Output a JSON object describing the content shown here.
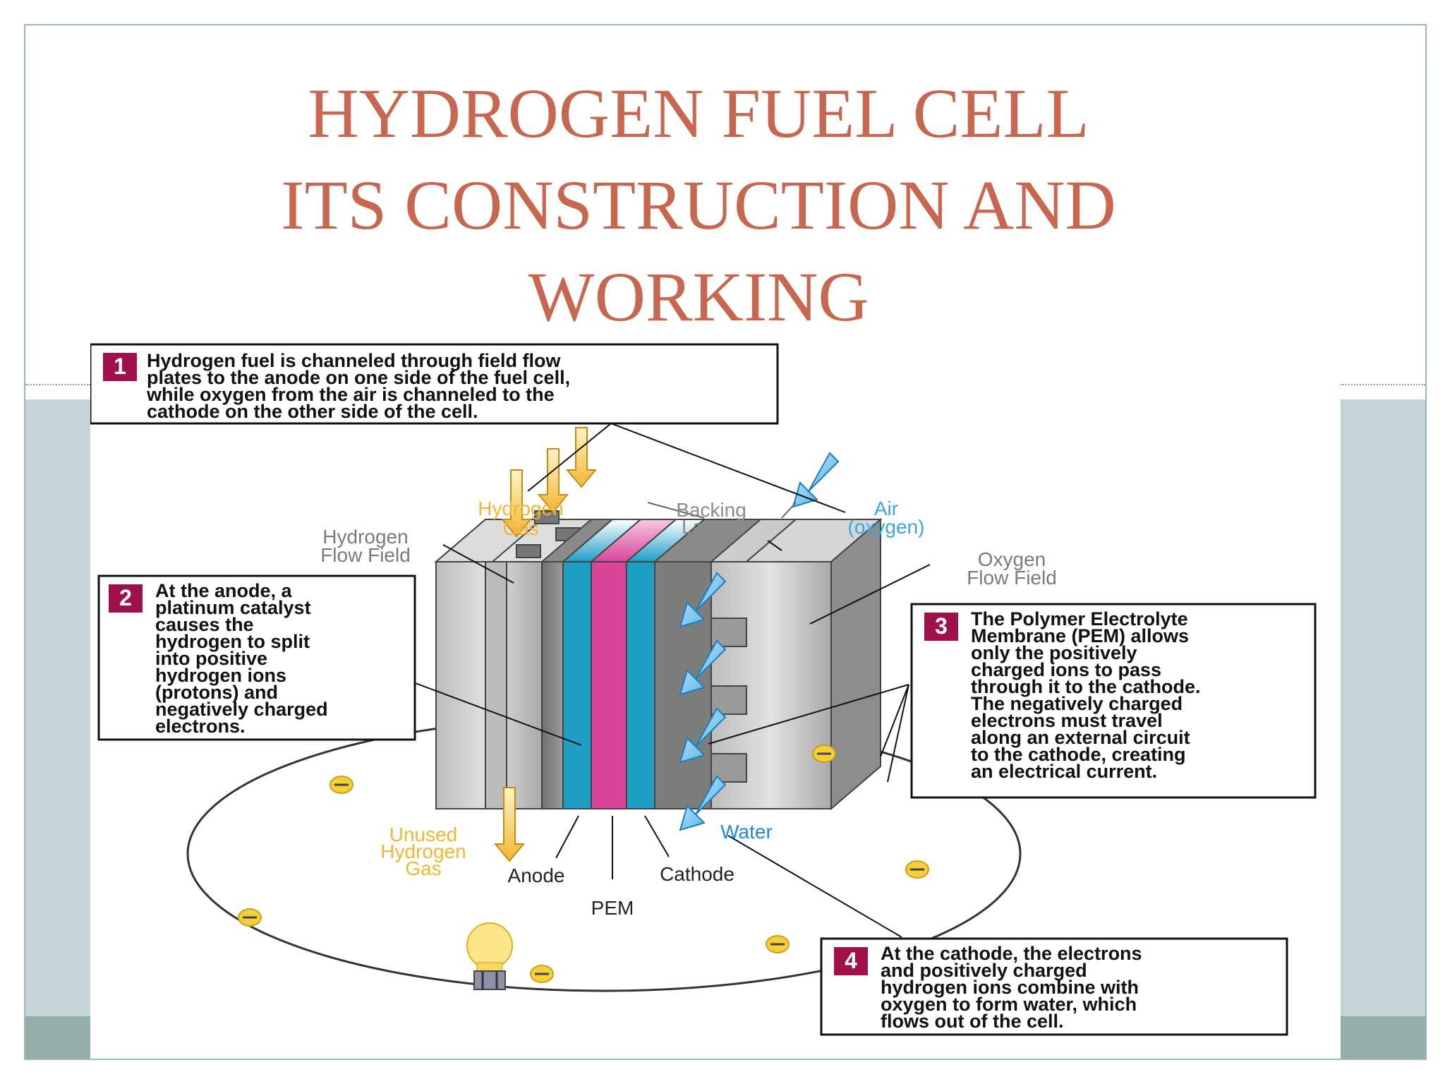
{
  "title": {
    "line1": "HYDROGEN FUEL CELL",
    "line2": "ITS CONSTRUCTION AND",
    "line3": "WORKING"
  },
  "colors": {
    "title": "#c8674f",
    "hydrogen": "#f2b632",
    "air": "#3aa5e6",
    "pem": "#d8459a",
    "electrode": "#1f9ec6",
    "badge": "#a0114c"
  },
  "steps": [
    {
      "number": "1",
      "lines": [
        "Hydrogen fuel is channeled through field flow",
        "plates to the anode on one side of the fuel cell,",
        "while oxygen from the air is channeled to the",
        "cathode on the other side of the cell."
      ]
    },
    {
      "number": "2",
      "lines": [
        "At the anode, a",
        "platinum catalyst",
        "causes the",
        "hydrogen to split",
        "into positive",
        "hydrogen ions",
        "(protons) and",
        "negatively charged",
        "electrons."
      ]
    },
    {
      "number": "3",
      "lines": [
        "The Polymer Electrolyte",
        "Membrane (PEM) allows",
        "only the positively",
        "charged ions to pass",
        "through it to the cathode.",
        "The negatively charged",
        "electrons must travel",
        "along an external circuit",
        "to the cathode, creating",
        "an electrical current."
      ]
    },
    {
      "number": "4",
      "lines": [
        "At the cathode, the electrons",
        "and positively charged",
        "hydrogen ions combine with",
        "oxygen to form water, which",
        "flows out of the cell."
      ]
    }
  ],
  "labels": {
    "hydrogen_gas": [
      "Hydrogen",
      "Gas"
    ],
    "hydrogen_flow_field": [
      "Hydrogen",
      "Flow Field"
    ],
    "backing_layers": [
      "Backing",
      "Layers"
    ],
    "air": [
      "Air",
      "(oxygen)"
    ],
    "oxygen_flow_field": [
      "Oxygen",
      "Flow Field"
    ],
    "unused_hydrogen": [
      "Unused",
      "Hydrogen",
      "Gas"
    ],
    "anode": "Anode",
    "pem": "PEM",
    "cathode": "Cathode",
    "water": "Water"
  }
}
